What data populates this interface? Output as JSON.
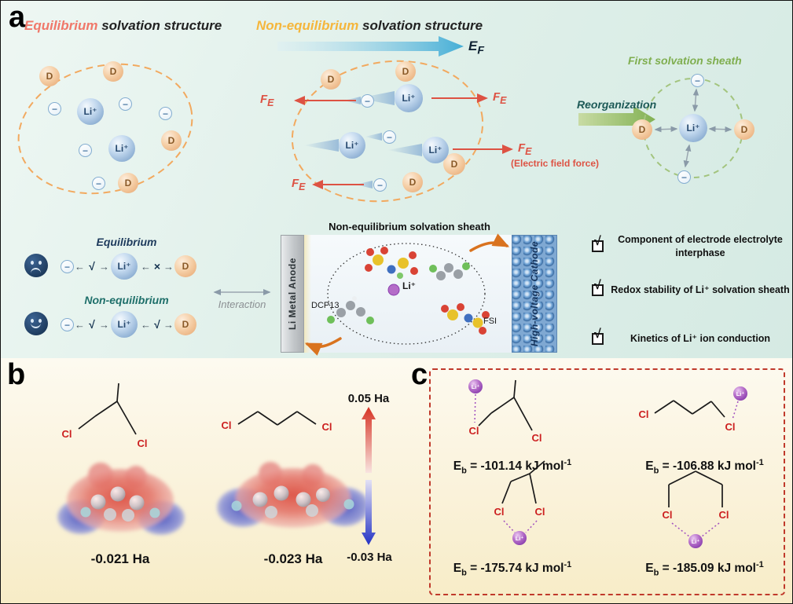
{
  "panels": {
    "a": "a",
    "b": "b",
    "c": "c"
  },
  "panel_a": {
    "title_eq_highlight": "Equilibrium",
    "title_eq_rest": " solvation structure",
    "title_ne_highlight": "Non-equilibrium",
    "title_ne_rest": " solvation structure",
    "ef_base": "E",
    "ef_sub": "F",
    "fe_base": "F",
    "fe_sub": "E",
    "electric_field_note": "(Electric field force)",
    "reorganization": "Reorganization",
    "first_sheath": "First solvation sheath",
    "li": "Li⁺",
    "d": "D",
    "minus": "−",
    "check": "√",
    "cross": "×",
    "arr_l": "←",
    "arr_r": "→",
    "eq_label": "Equilibrium",
    "ne_label": "Non-equilibrium",
    "interaction": "Interaction",
    "sheath_title": "Non-equilibrium solvation sheath",
    "anode": "Li Metal Anode",
    "cathode": "High-voltage Cathode",
    "dcp": "DCP13",
    "fsi": "FSI",
    "checklist": [
      {
        "text": "Component of electrode electrolyte interphase"
      },
      {
        "text": "Redox stability of Li⁺ solvation sheath"
      },
      {
        "text": "Kinetics of Li⁺ ion conduction"
      }
    ]
  },
  "panel_b": {
    "cl": "Cl",
    "scale_max": "0.05 Ha",
    "scale_min": "-0.03 Ha",
    "esp1": "-0.021 Ha",
    "esp2": "-0.023 Ha"
  },
  "panel_c": {
    "cl": "Cl",
    "li": "Li⁺",
    "eb_base": "E",
    "eb_sub": "b",
    "unit": "kJ mol",
    "unit_sup": "-1",
    "values": [
      "= -101.14",
      "= -106.88",
      "= -175.74",
      "= -185.09"
    ]
  },
  "colors": {
    "accent_equilibrium": "#f0786a",
    "accent_nonequilibrium": "#f5b63c",
    "force_red": "#dd5243",
    "reorg_green": "#85b356",
    "li_blue": "#88abd0",
    "solvent_peach": "#e9ad79",
    "li_purple": "#b46cc8",
    "cl_red": "#cc1f1f"
  }
}
